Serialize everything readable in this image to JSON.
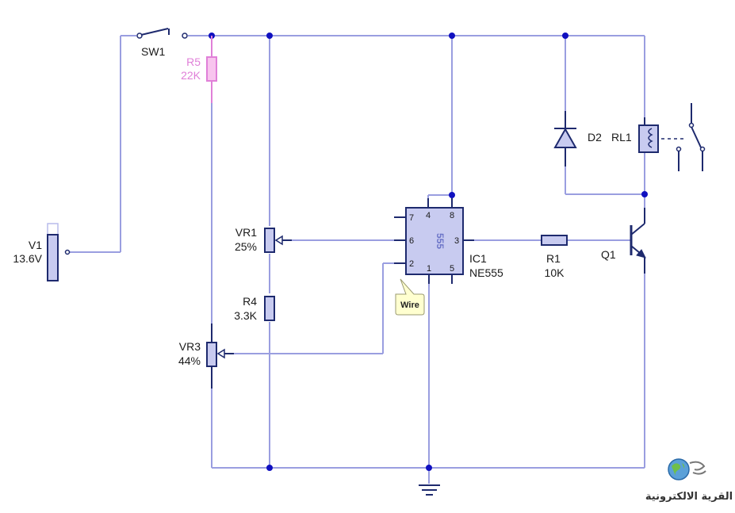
{
  "components": {
    "v1": {
      "ref": "V1",
      "value": "13.6V"
    },
    "sw1": {
      "ref": "SW1"
    },
    "r5": {
      "ref": "R5",
      "value": "22K"
    },
    "vr1": {
      "ref": "VR1",
      "value": "25%"
    },
    "r4": {
      "ref": "R4",
      "value": "3.3K"
    },
    "vr3": {
      "ref": "VR3",
      "value": "44%"
    },
    "ic1": {
      "ref": "IC1",
      "value": "NE555",
      "chip_label": "555",
      "pins": {
        "p1": "1",
        "p2": "2",
        "p3": "3",
        "p4": "4",
        "p5": "5",
        "p6": "6",
        "p7": "7",
        "p8": "8"
      }
    },
    "r1": {
      "ref": "R1",
      "value": "10K"
    },
    "q1": {
      "ref": "Q1"
    },
    "d2": {
      "ref": "D2"
    },
    "rl1": {
      "ref": "RL1"
    }
  },
  "tooltip": {
    "text": "Wire"
  },
  "watermark": {
    "text": "القرية الالكترونية"
  },
  "colors": {
    "wire": "#9a9ee0",
    "component": "#1e2a6e",
    "fill": "#c8cbf0",
    "junction": "#1010c0",
    "r5": "#e080d8"
  }
}
